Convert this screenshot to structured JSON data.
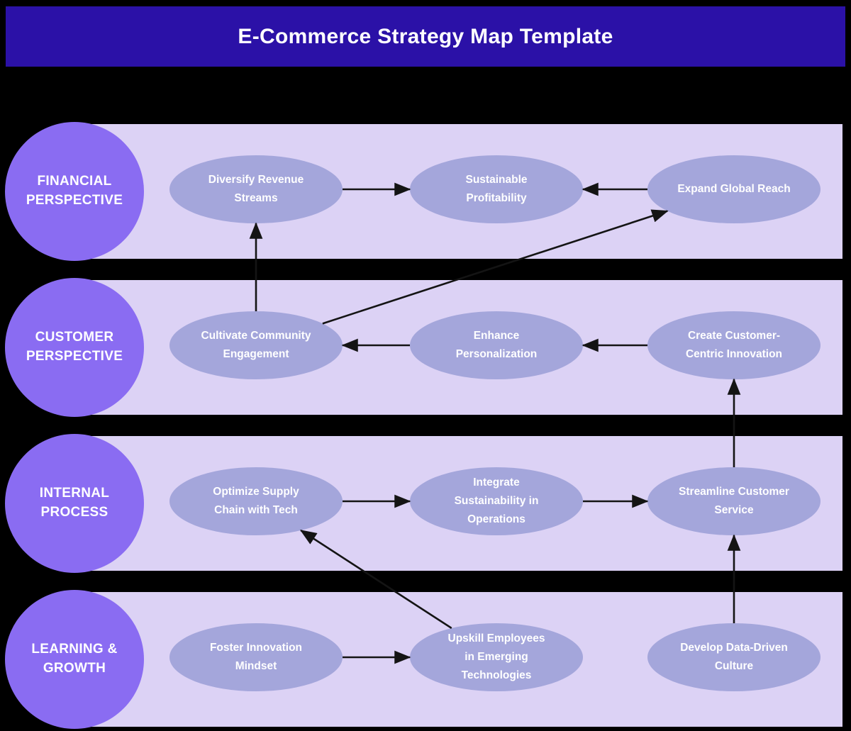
{
  "title": "E-Commerce Strategy Map Template",
  "colors": {
    "page_bg": "#000000",
    "header_bg": "#2b11a7",
    "band_bg": "#dcd2f5",
    "circle_bg": "#8a6cf2",
    "node_bg": "#a4a6db",
    "text_on_dark": "#ffffff",
    "arrow": "#141414"
  },
  "lanes": [
    {
      "id": "financial",
      "label": "FINANCIAL\nPERSPECTIVE",
      "nodes": [
        {
          "id": "diversify",
          "col": 0,
          "label": "Diversify Revenue\nStreams"
        },
        {
          "id": "sustainable",
          "col": 1,
          "label": "Sustainable\nProfitability"
        },
        {
          "id": "expand",
          "col": 2,
          "label": "Expand Global Reach"
        }
      ]
    },
    {
      "id": "customer",
      "label": "CUSTOMER\nPERSPECTIVE",
      "nodes": [
        {
          "id": "cultivate",
          "col": 0,
          "label": "Cultivate Community\nEngagement"
        },
        {
          "id": "enhance",
          "col": 1,
          "label": "Enhance\nPersonalization"
        },
        {
          "id": "create",
          "col": 2,
          "label": "Create Customer-\nCentric Innovation"
        }
      ]
    },
    {
      "id": "internal",
      "label": "INTERNAL\nPROCESS",
      "nodes": [
        {
          "id": "optimize",
          "col": 0,
          "label": "Optimize Supply\nChain with Tech"
        },
        {
          "id": "integrate",
          "col": 1,
          "label": "Integrate\nSustainability in\nOperations"
        },
        {
          "id": "streamline",
          "col": 2,
          "label": "Streamline Customer\nService"
        }
      ]
    },
    {
      "id": "learning",
      "label": "LEARNING &\nGROWTH",
      "nodes": [
        {
          "id": "foster",
          "col": 0,
          "label": "Foster Innovation\nMindset"
        },
        {
          "id": "upskill",
          "col": 1,
          "label": "Upskill Employees\nin Emerging\nTechnologies"
        },
        {
          "id": "develop",
          "col": 2,
          "label": "Develop Data-Driven\nCulture"
        }
      ]
    }
  ],
  "edges": [
    {
      "from": "diversify",
      "to": "sustainable"
    },
    {
      "from": "expand",
      "to": "sustainable"
    },
    {
      "from": "cultivate",
      "to": "diversify"
    },
    {
      "from": "cultivate",
      "to": "expand"
    },
    {
      "from": "enhance",
      "to": "cultivate"
    },
    {
      "from": "create",
      "to": "enhance"
    },
    {
      "from": "streamline",
      "to": "create"
    },
    {
      "from": "optimize",
      "to": "integrate"
    },
    {
      "from": "integrate",
      "to": "streamline"
    },
    {
      "from": "upskill",
      "to": "optimize"
    },
    {
      "from": "foster",
      "to": "upskill"
    },
    {
      "from": "develop",
      "to": "streamline"
    }
  ]
}
